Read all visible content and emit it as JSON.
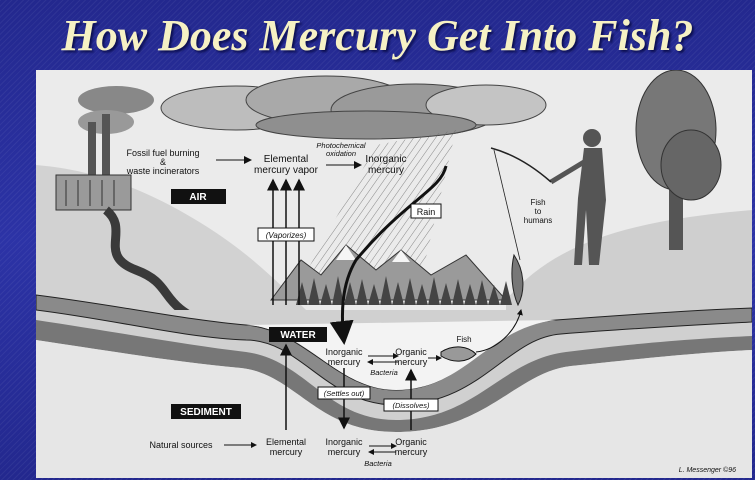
{
  "slide": {
    "title": "How Does Mercury Get Into Fish?"
  },
  "diagram": {
    "zones": {
      "air": "AIR",
      "water": "WATER",
      "sediment": "SEDIMENT"
    },
    "nodes": {
      "fossil_fuel": [
        "Fossil fuel burning",
        "&",
        "waste incinerators"
      ],
      "elemental_vapor": [
        "Elemental",
        "mercury vapor"
      ],
      "photochemical": [
        "Photochemical",
        "oxidation"
      ],
      "inorganic_air": [
        "Inorganic",
        "mercury"
      ],
      "rain": "Rain",
      "fish_to_humans": [
        "Fish",
        "to",
        "humans"
      ],
      "vaporizes": "(Vaporizes)",
      "inorganic_water": [
        "Inorganic",
        "mercury"
      ],
      "organic_water": [
        "Organic",
        "mercury"
      ],
      "bacteria_water": "Bacteria",
      "fish": "Fish",
      "settles_out": "(Settles out)",
      "dissolves": "(Dissolves)",
      "natural_sources": "Natural sources",
      "elemental_sediment": [
        "Elemental",
        "mercury"
      ],
      "inorganic_sediment": [
        "Inorganic",
        "mercury"
      ],
      "organic_sediment": [
        "Organic",
        "mercury"
      ],
      "bacteria_sediment": "Bacteria"
    },
    "credit": "L. Messenger ©96"
  }
}
